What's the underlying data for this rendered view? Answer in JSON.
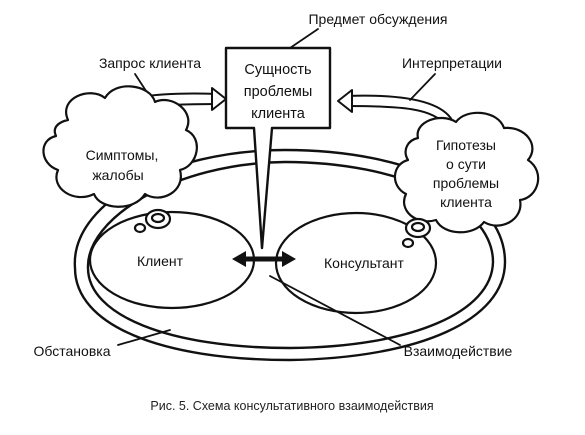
{
  "diagram": {
    "labels": {
      "topic": "Предмет обсуждения",
      "client_request": "Запрос клиента",
      "interpretations": "Интерпретации",
      "problem_box": [
        "Сущность",
        "проблемы",
        "клиента"
      ],
      "symptoms": [
        "Симптомы,",
        "жалобы"
      ],
      "hypotheses": [
        "Гипотезы",
        "о сути",
        "проблемы",
        "клиента"
      ],
      "client": "Клиент",
      "consultant": "Консультант",
      "setting": "Обстановка",
      "interaction": "Взаимодействие"
    },
    "caption": "Рис. 5. Схема консультативного взаимодействия"
  }
}
